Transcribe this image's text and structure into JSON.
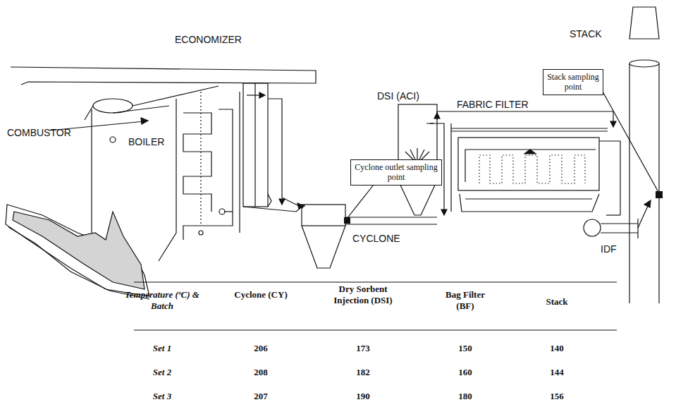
{
  "diagram": {
    "nodes": [
      {
        "text": [
          "Stack sampling point"
        ]
      },
      {
        "text": [
          "Cyclone outlet sampling point"
        ]
      }
    ],
    "labels": [
      "STACK",
      "ECONOMIZER",
      "DSI (ACI)",
      "FABRIC FILTER",
      "COMBUSTOR",
      "BOILER",
      "CYCLONE",
      "IDF",
      "Temperature (ºC) & Batch",
      "Cyclone (CY)",
      "Dry Sorbent Injection (DSI)",
      "Bag Filter (BF)",
      "Stack",
      "Set 1",
      "206",
      "173",
      "150",
      "140",
      "Set 2",
      "208",
      "182",
      "160",
      "144",
      "Set 3",
      "207",
      "190",
      "180",
      "156"
    ]
  }
}
